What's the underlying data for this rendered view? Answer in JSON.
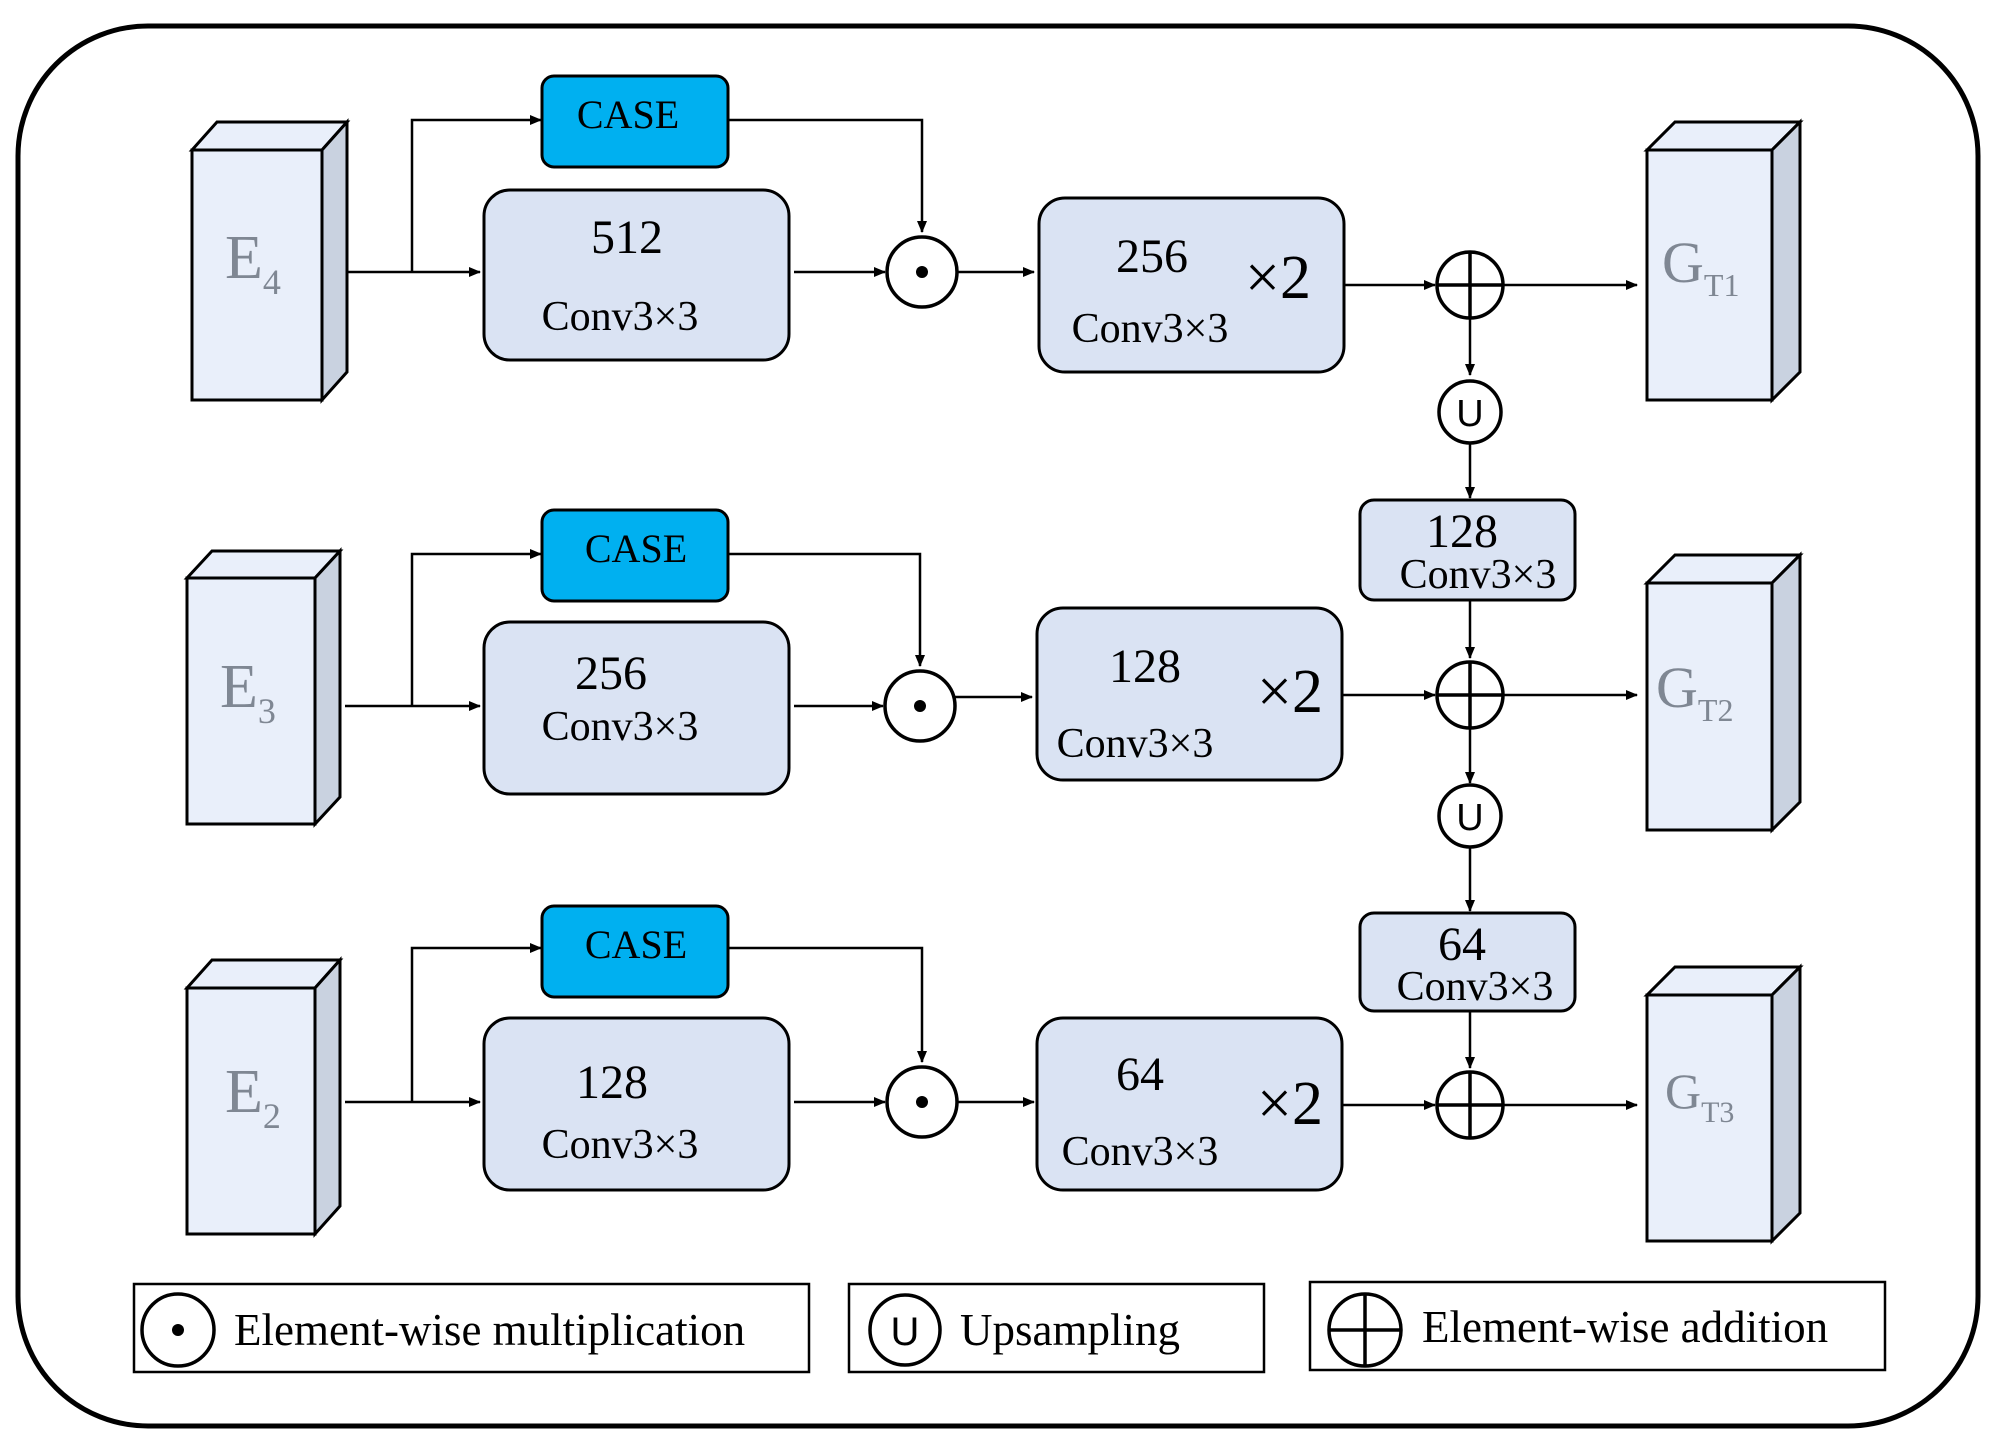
{
  "rows": [
    {
      "encoder": {
        "letter": "E",
        "sub": "4"
      },
      "case_label": "CASE",
      "conv1": {
        "channels": "512",
        "op": "Conv3×3"
      },
      "conv2": {
        "channels": "256",
        "op": "Conv3×3",
        "repeat": "×2"
      },
      "output": {
        "letter": "G",
        "sub": "T1"
      }
    },
    {
      "encoder": {
        "letter": "E",
        "sub": "3"
      },
      "case_label": "CASE",
      "conv1": {
        "channels": "256",
        "op": "Conv3×3"
      },
      "conv2": {
        "channels": "128",
        "op": "Conv3×3",
        "repeat": "×2"
      },
      "output": {
        "letter": "G",
        "sub": "T2"
      }
    },
    {
      "encoder": {
        "letter": "E",
        "sub": "2"
      },
      "case_label": "CASE",
      "conv1": {
        "channels": "128",
        "op": "Conv3×3"
      },
      "conv2": {
        "channels": "64",
        "op": "Conv3×3",
        "repeat": "×2"
      },
      "output": {
        "letter": "G",
        "sub": "T3"
      }
    }
  ],
  "side_convs": [
    {
      "channels": "128",
      "op": "Conv3×3"
    },
    {
      "channels": "64",
      "op": "Conv3×3"
    }
  ],
  "upsample_symbol": "U",
  "legend": {
    "multiplication": "Element-wise multiplication",
    "upsampling": "Upsampling",
    "addition": "Element-wise addition"
  },
  "colors": {
    "case_fill": "#00b0f0",
    "conv_fill": "#dae3f3",
    "block_front": "#e9effa",
    "block_side": "#c9d2e0",
    "encoder_text": "#7f8793",
    "stroke": "#000000"
  }
}
